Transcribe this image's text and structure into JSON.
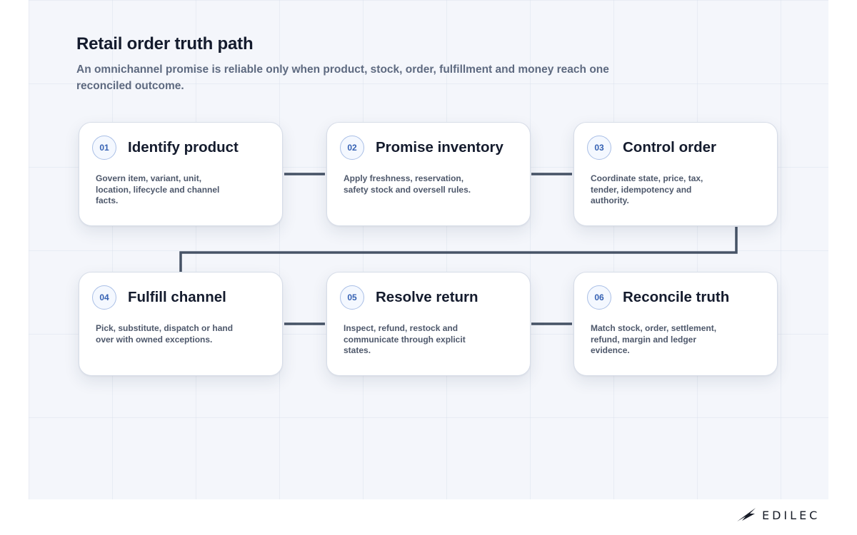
{
  "header": {
    "title": "Retail order truth path",
    "subtitle": "An omnichannel promise is reliable only when product, stock, order, fulfillment and money reach one reconciled outcome."
  },
  "steps": [
    {
      "number": "01",
      "title": "Identify product",
      "description": "Govern item, variant, unit, location, lifecycle and channel facts."
    },
    {
      "number": "02",
      "title": "Promise inventory",
      "description": "Apply freshness, reservation, safety stock and oversell rules."
    },
    {
      "number": "03",
      "title": "Control order",
      "description": "Coordinate state, price, tax, tender, idempotency and authority."
    },
    {
      "number": "04",
      "title": "Fulfill channel",
      "description": "Pick, substitute, dispatch or hand over with owned exceptions."
    },
    {
      "number": "05",
      "title": "Resolve return",
      "description": "Inspect, refund, restock and communicate through explicit states."
    },
    {
      "number": "06",
      "title": "Reconcile truth",
      "description": "Match stock, order, settlement, refund, margin and ledger evidence."
    }
  ],
  "brand": {
    "name": "EDILEC",
    "icon": "edilec-logo-icon"
  },
  "colors": {
    "connector": "#465366",
    "badge_text": "#3561b3",
    "title_text": "#141b2d",
    "subtitle_text": "#5e6a80"
  }
}
